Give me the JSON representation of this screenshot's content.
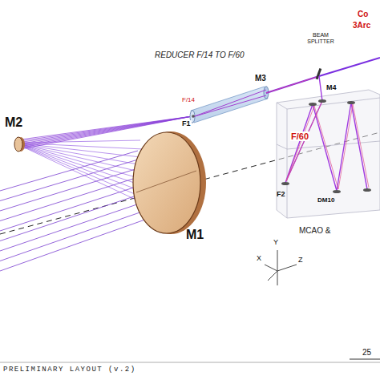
{
  "diagram": {
    "labels": [
      "REDUCER F/14 TO F/60",
      "M3",
      "F/14",
      "F1",
      "BEAM SPLITTER",
      "Co",
      "3Arc",
      "M4",
      "F/60",
      "F2",
      "DM10",
      "MCAO &",
      "M2",
      "M1",
      "X",
      "Y",
      "Z",
      "PRELIMINARY LAYOUT (v.2)",
      "25"
    ]
  }
}
